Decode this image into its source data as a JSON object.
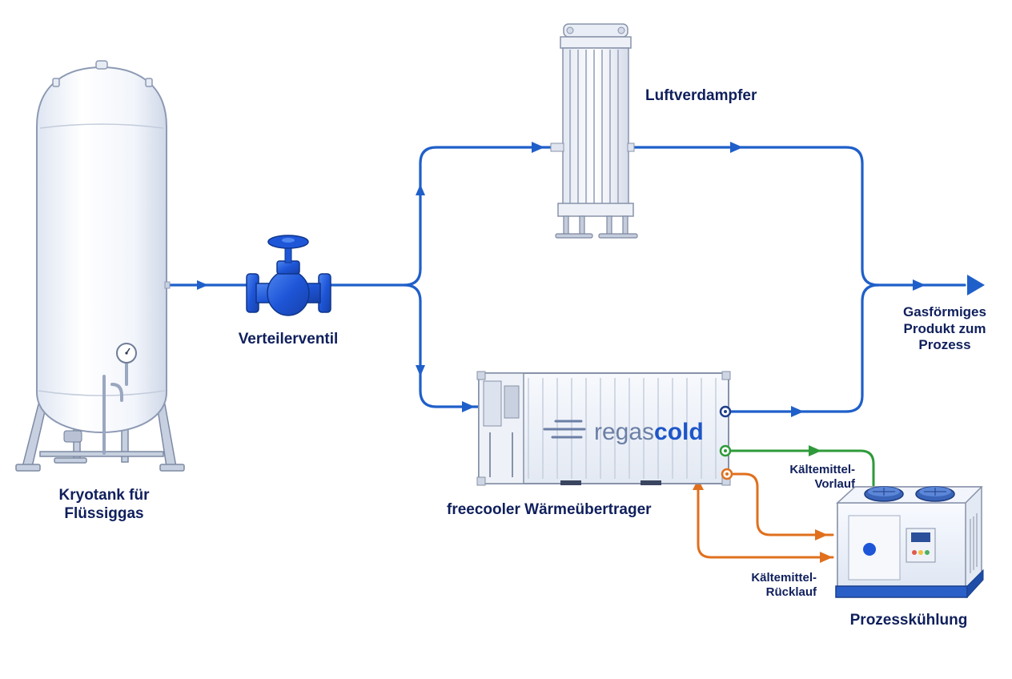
{
  "diagram": {
    "components": {
      "tank": {
        "label_lines": [
          "Kryotank für",
          "Flüssiggas"
        ]
      },
      "valve": {
        "label": "Verteilerventil"
      },
      "evaporator": {
        "label": "Luftverdampfer"
      },
      "freecooler": {
        "label": "freecooler Wärmeübertrager",
        "logo_text_light": "regas",
        "logo_text_bold": "cold"
      },
      "chiller": {
        "label": "Prozesskühlung"
      }
    },
    "flows": {
      "gas_output": {
        "label_lines": [
          "Gasförmiges",
          "Produkt zum",
          "Prozess"
        ]
      },
      "coolant_supply": {
        "label_lines": [
          "Kältemittel-",
          "Vorlauf"
        ]
      },
      "coolant_return": {
        "label_lines": [
          "Kältemittel-",
          "Rücklauf"
        ]
      }
    },
    "colors": {
      "gas_line": "#1f5fc9",
      "coolant_supply_line": "#2e9a3a",
      "coolant_return_line": "#e0701e",
      "label_text": "#0f1f5c",
      "valve_body": "#1e56d8",
      "logo_accent": "#1e56c8",
      "logo_light": "#6b7fa6"
    }
  }
}
